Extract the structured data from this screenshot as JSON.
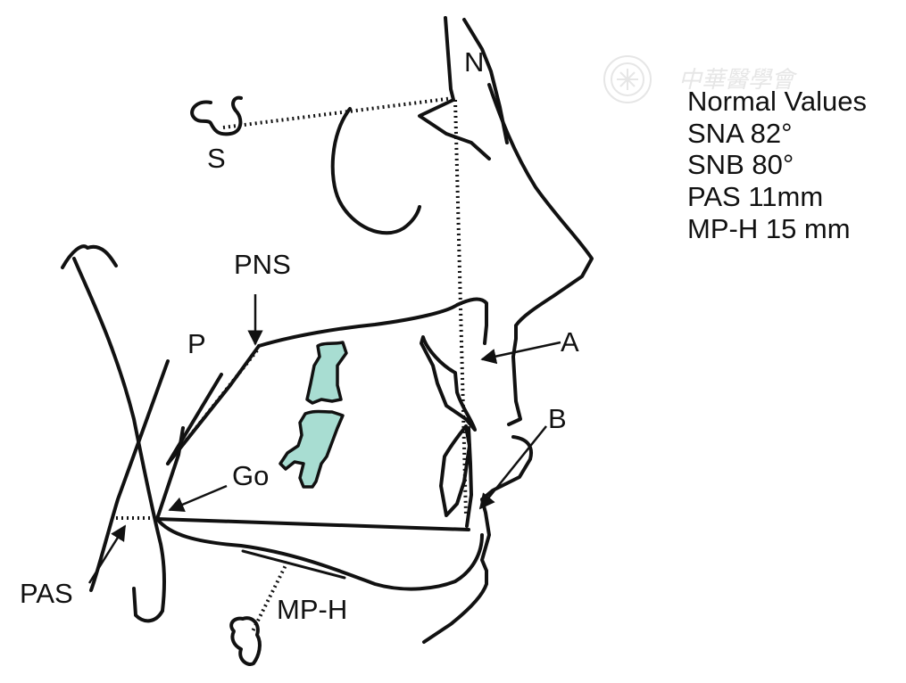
{
  "labels": {
    "n": "N",
    "s": "S",
    "pns": "PNS",
    "p": "P",
    "a": "A",
    "b": "B",
    "go": "Go",
    "pas": "PAS",
    "mph": "MP-H"
  },
  "normal_values": {
    "heading": "Normal Values",
    "items": [
      "SNA 82°",
      "SNB 80°",
      "PAS 11mm",
      "MP-H 15 mm"
    ]
  },
  "watermark": {
    "text": "中華醫學會",
    "color": "#e6e6e6"
  },
  "colors": {
    "line": "#111111",
    "airway_fill": "#a8ddd2"
  }
}
